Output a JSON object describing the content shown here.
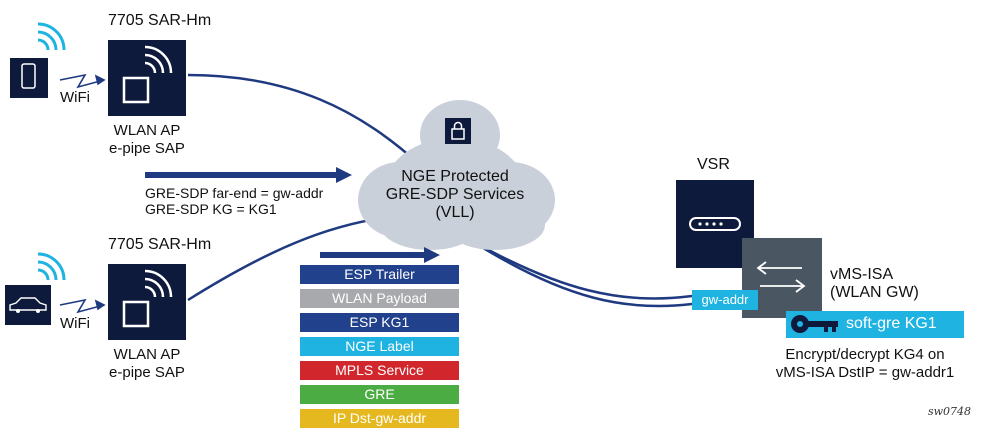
{
  "site_top": {
    "title": "7705 SAR-Hm",
    "link_label": "WiFi",
    "device_label_1": "WLAN AP",
    "device_label_2": "e-pipe SAP",
    "client_icon": "phone-icon",
    "device_icon": "wireless-ap-icon"
  },
  "site_bottom": {
    "title": "7705 SAR-Hm",
    "link_label": "WiFi",
    "device_label_1": "WLAN AP",
    "device_label_2": "e-pipe SAP",
    "client_icon": "car-icon",
    "device_icon": "wireless-ap-icon"
  },
  "sdp_config": {
    "line1": "GRE-SDP far-end = gw-addr",
    "line2": "GRE-SDP KG = KG1"
  },
  "cloud": {
    "line1": "NGE Protected",
    "line2": "GRE-SDP Services",
    "line3": "(VLL)",
    "icon": "lock-icon"
  },
  "vsr": {
    "title": "VSR",
    "icon": "router-icon"
  },
  "vms_isa": {
    "line1": "vMS-ISA",
    "line2": "(WLAN GW)",
    "icon": "bidirectional-arrows-icon",
    "gw_addr": "gw-addr"
  },
  "key": {
    "label": "soft-gre KG1",
    "icon": "key-icon"
  },
  "note": {
    "line1": "Encrypt/decrypt KG4 on",
    "line2": "vMS-ISA DstIP = gw-addr1"
  },
  "packet_stack": [
    {
      "label": "ESP Trailer",
      "color": "#22418c"
    },
    {
      "label": "WLAN Payload",
      "color": "#a7a9ac"
    },
    {
      "label": "ESP KG1",
      "color": "#22418c"
    },
    {
      "label": "NGE Label",
      "color": "#1fb3e2"
    },
    {
      "label": "MPLS Service",
      "color": "#d0262c"
    },
    {
      "label": "GRE",
      "color": "#4bac43"
    },
    {
      "label": "IP Dst-gw-addr",
      "color": "#e5b81f"
    }
  ],
  "figure_tag": "sw0748",
  "colors": {
    "navy": "#0e1a3c",
    "line_blue": "#1f3a80",
    "cyan": "#1fb3e2",
    "cloud_gray": "#c9d0d9",
    "isa_gray": "#4a5763"
  }
}
